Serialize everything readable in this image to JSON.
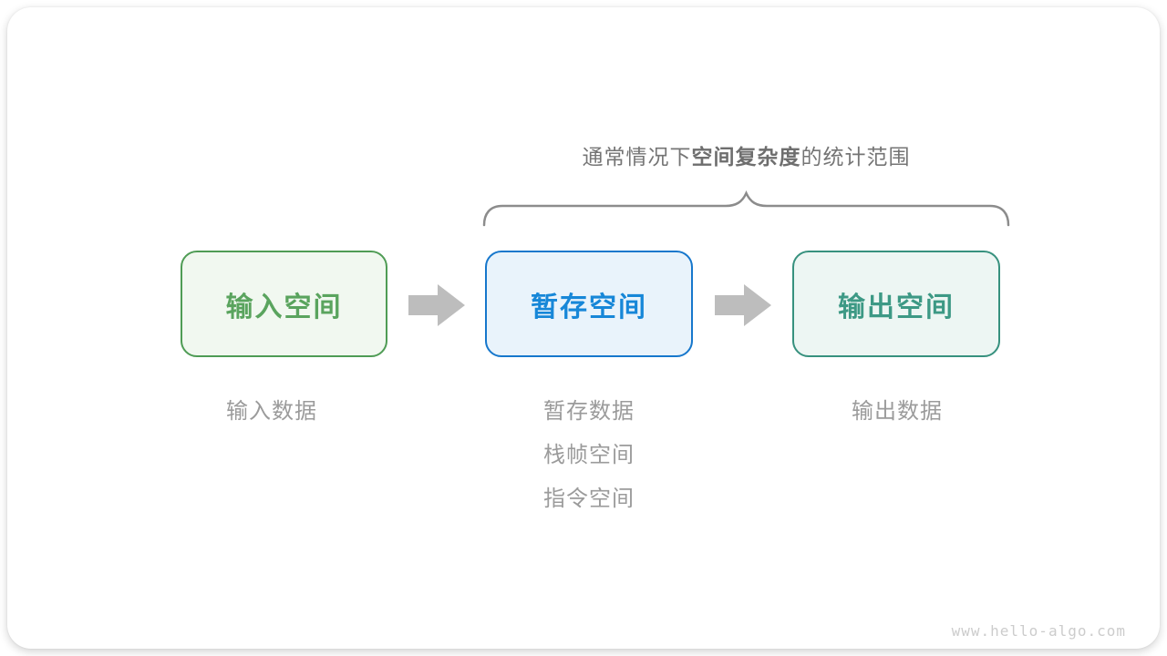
{
  "title": {
    "prefix": "通常情况下",
    "bold": "空间复杂度",
    "suffix": "的统计范围"
  },
  "boxes": [
    {
      "label": "输入空间",
      "theme": "green",
      "border": "#4f9c55",
      "fill": "#f1f8f0",
      "text_color": "#5aa45e"
    },
    {
      "label": "暂存空间",
      "theme": "blue",
      "border": "#1677cc",
      "fill": "#e9f3fb",
      "text_color": "#1787d8"
    },
    {
      "label": "输出空间",
      "theme": "teal",
      "border": "#37917e",
      "fill": "#edf6f3",
      "text_color": "#3d9985"
    }
  ],
  "annotations": {
    "input": "输入数据",
    "temp": [
      "暂存数据",
      "栈帧空间",
      "指令空间"
    ],
    "output": "输出数据"
  },
  "watermark": "www.hello-algo.com",
  "colors": {
    "arrow": "#bdbdbd",
    "brace": "#8c8c8c",
    "title_text": "#757575",
    "sublabel_text": "#9b9b9b",
    "watermark_text": "#cccccc",
    "card_background": "#ffffff"
  }
}
